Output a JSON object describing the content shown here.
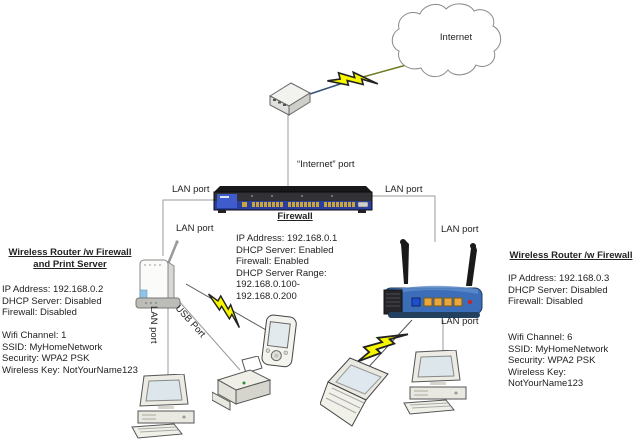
{
  "labels": {
    "internet": "Internet",
    "internet_port": "“Internet” port",
    "firewall": "Firewall",
    "lan_port": "LAN port",
    "usb_port": "USB Port"
  },
  "firewall_info": {
    "lines": [
      "IP Address: 192.168.0.1",
      "DHCP Server: Enabled",
      "Firewall: Enabled",
      "DHCP Server Range:",
      "192.168.0.100-192.168.0.200"
    ]
  },
  "left_router": {
    "title": "Wireless Router /w Firewall and Print Server",
    "config": [
      "IP Address: 192.168.0.2",
      "DHCP Server: Disabled",
      "Firewall: Disabled"
    ],
    "wifi": [
      "Wifi Channel: 1",
      "SSID: MyHomeNetwork",
      "Security: WPA2 PSK",
      "Wireless Key: NotYourName123"
    ]
  },
  "right_router": {
    "title": "Wireless Router /w Firewall",
    "config": [
      "IP Address: 192.168.0.3",
      "DHCP Server: Disabled",
      "Firewall: Disabled"
    ],
    "wifi": [
      "Wifi Channel: 6",
      "SSID: MyHomeNetwork",
      "Security: WPA2 PSK",
      "Wireless Key: NotYourName123"
    ]
  },
  "colors": {
    "lightning": "#f7f700",
    "firewall_blue": "#2a3f9d",
    "router_blue": "#3b6db8",
    "line": "#9b9b9b"
  }
}
